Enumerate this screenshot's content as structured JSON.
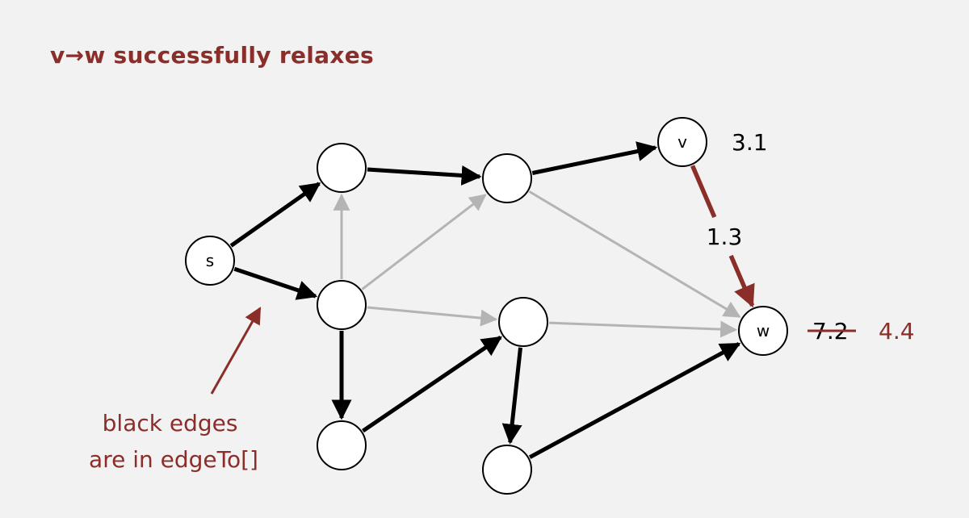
{
  "title": "v→w successfully relaxes",
  "nodes": [
    {
      "id": "s",
      "label": "s"
    },
    {
      "id": "a",
      "label": ""
    },
    {
      "id": "b",
      "label": ""
    },
    {
      "id": "v",
      "label": "v"
    },
    {
      "id": "c",
      "label": ""
    },
    {
      "id": "d",
      "label": ""
    },
    {
      "id": "w",
      "label": "w"
    },
    {
      "id": "e",
      "label": ""
    },
    {
      "id": "f",
      "label": ""
    }
  ],
  "edges": [
    {
      "from": "s",
      "to": "a",
      "type": "tree"
    },
    {
      "from": "s",
      "to": "c",
      "type": "tree"
    },
    {
      "from": "a",
      "to": "b",
      "type": "tree"
    },
    {
      "from": "b",
      "to": "v",
      "type": "tree"
    },
    {
      "from": "c",
      "to": "e",
      "type": "tree"
    },
    {
      "from": "e",
      "to": "d",
      "type": "tree"
    },
    {
      "from": "d",
      "to": "f",
      "type": "tree"
    },
    {
      "from": "f",
      "to": "w",
      "type": "tree"
    },
    {
      "from": "c",
      "to": "a",
      "type": "other"
    },
    {
      "from": "c",
      "to": "b",
      "type": "other"
    },
    {
      "from": "c",
      "to": "d",
      "type": "other"
    },
    {
      "from": "b",
      "to": "w",
      "type": "other"
    },
    {
      "from": "d",
      "to": "w",
      "type": "other"
    },
    {
      "from": "v",
      "to": "w",
      "type": "relax",
      "weight": "1.3"
    }
  ],
  "dist_v": "3.1",
  "dist_w_old": "7.2",
  "dist_w_new": "4.4",
  "annotation": [
    "black edges",
    "are in edgeTo[]"
  ],
  "colors": {
    "accent": "#8b2e2a",
    "tree_edge": "#000000",
    "other_edge": "#b4b4b4",
    "background": "#f2f2f2"
  }
}
